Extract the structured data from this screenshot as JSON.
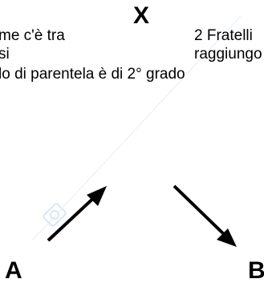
{
  "nodes": {
    "top": "X",
    "left": "A",
    "right": "B"
  },
  "text_left": {
    "line1": "me c'è tra",
    "line2": "si",
    "line3": "lo di parentela è di 2° grado"
  },
  "text_right": {
    "line1": "2 Fratelli",
    "line2": "raggiungo"
  },
  "colors": {
    "ink": "#000000",
    "watermark": "#cfe0f0"
  }
}
